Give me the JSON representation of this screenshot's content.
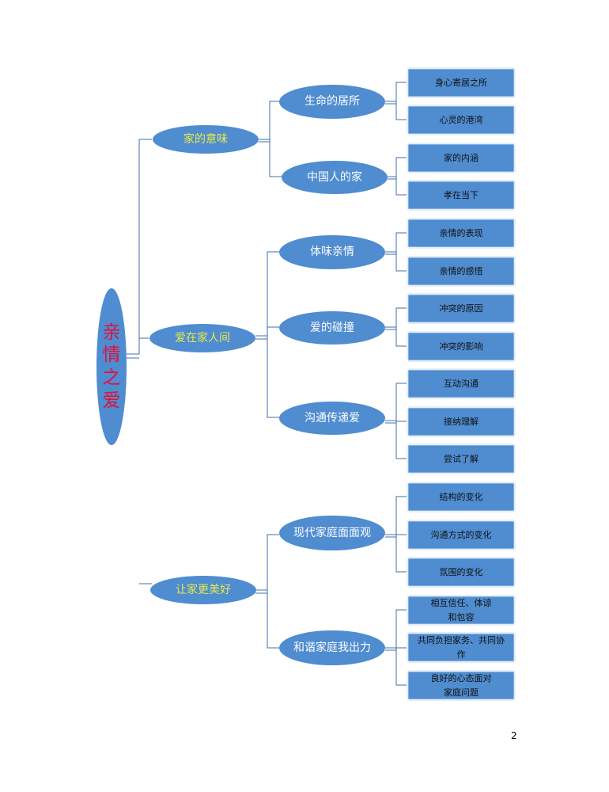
{
  "root": {
    "label": "亲情之爱"
  },
  "level1": [
    {
      "label": "家的意味"
    },
    {
      "label": "爱在家人间"
    },
    {
      "label": "让家更美好"
    }
  ],
  "level2": [
    {
      "label": "生命的居所"
    },
    {
      "label": "中国人的家"
    },
    {
      "label": "体味亲情"
    },
    {
      "label": "爱的碰撞"
    },
    {
      "label": "沟通传递爱"
    },
    {
      "label": "现代家庭面面观"
    },
    {
      "label": "和谐家庭我出力"
    }
  ],
  "leaves": [
    {
      "label": "身心寄居之所"
    },
    {
      "label": "心灵的港湾"
    },
    {
      "label": "家的内涵"
    },
    {
      "label": "孝在当下"
    },
    {
      "label": "亲情的表现"
    },
    {
      "label": "亲情的感悟"
    },
    {
      "label": "冲突的原因"
    },
    {
      "label": "冲突的影响"
    },
    {
      "label": "互动沟通"
    },
    {
      "label": "接纳理解"
    },
    {
      "label": "尝试了解"
    },
    {
      "label": "结构的变化"
    },
    {
      "label": "沟通方式的变化"
    },
    {
      "label": "氛围的变化"
    },
    {
      "label": "相互信任、体谅和包容"
    },
    {
      "label": "共同负担家务、共同协作"
    },
    {
      "label": "良好的心态面对家庭问题"
    }
  ],
  "page": {
    "number": "2"
  },
  "colors": {
    "node_fill": "#4f8cd0",
    "connector": "#3f6fa8",
    "root_text": "#e0103a",
    "level1_text": "#e8ea4a"
  }
}
